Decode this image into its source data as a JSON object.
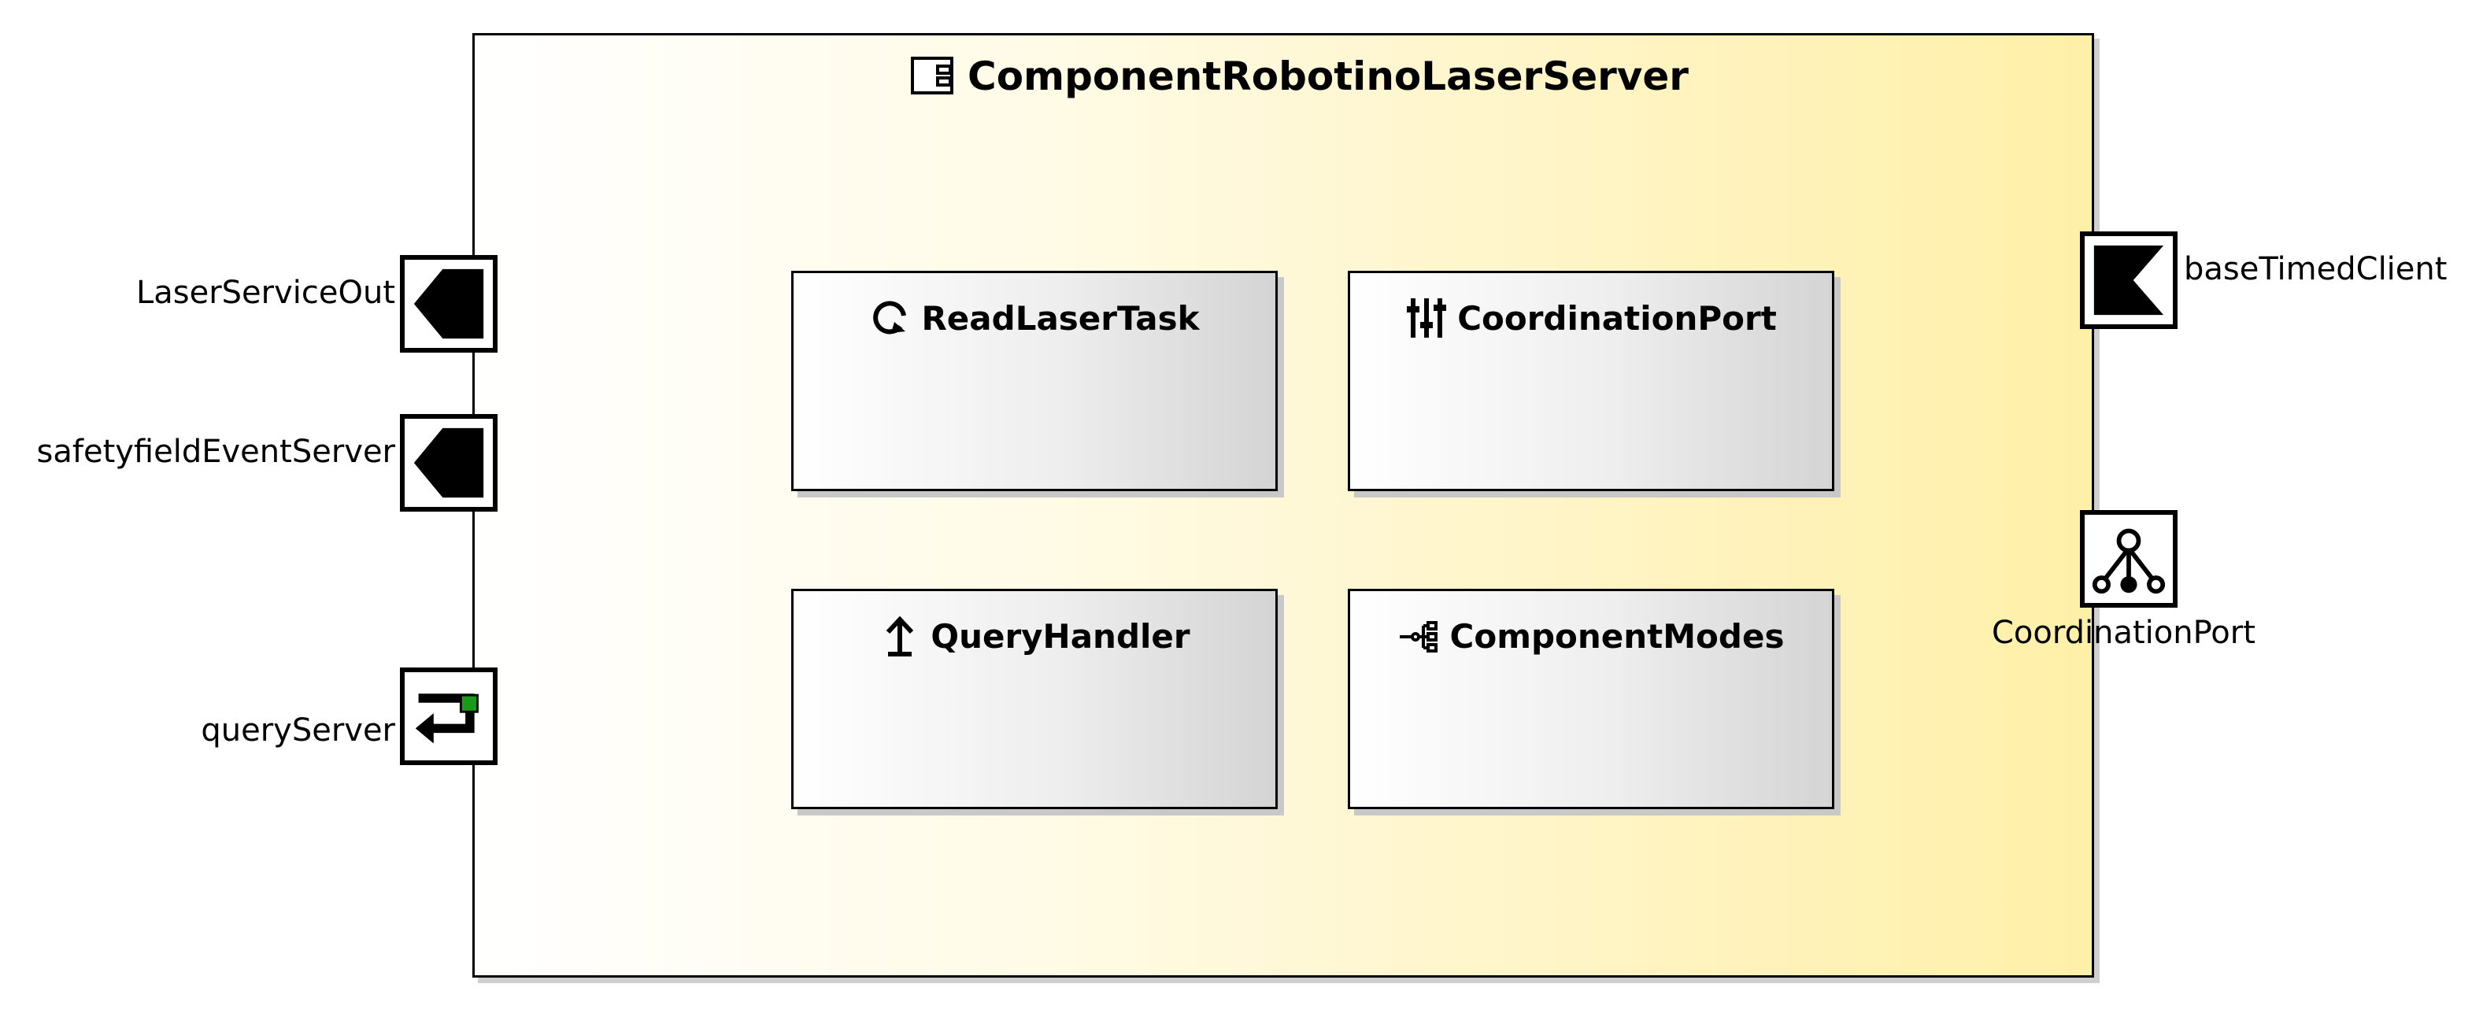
{
  "component": {
    "title": "ComponentRobotinoLaserServer"
  },
  "blocks": [
    {
      "title": "ReadLaserTask",
      "icon": "task-cycle-icon"
    },
    {
      "title": "CoordinationPort",
      "icon": "parameter-sliders-icon"
    },
    {
      "title": "QueryHandler",
      "icon": "query-handler-icon"
    },
    {
      "title": "ComponentModes",
      "icon": "modes-tree-icon"
    }
  ],
  "ports": {
    "laser_service_out": {
      "label": "LaserServiceOut",
      "icon": "output-port-icon"
    },
    "safetyfield_event_server": {
      "label": "safetyfieldEventServer",
      "icon": "output-port-icon"
    },
    "query_server": {
      "label": "queryServer",
      "icon": "query-server-port-icon"
    },
    "base_timed_client": {
      "label": "baseTimedClient",
      "icon": "input-port-icon"
    },
    "coordination_port": {
      "label": "CoordinationPort",
      "icon": "coordination-port-icon"
    }
  },
  "colors": {
    "connector": "#8a8a8a",
    "component_gradient_end": "#fff0a8",
    "query_indicator": "#1a9a1a"
  }
}
